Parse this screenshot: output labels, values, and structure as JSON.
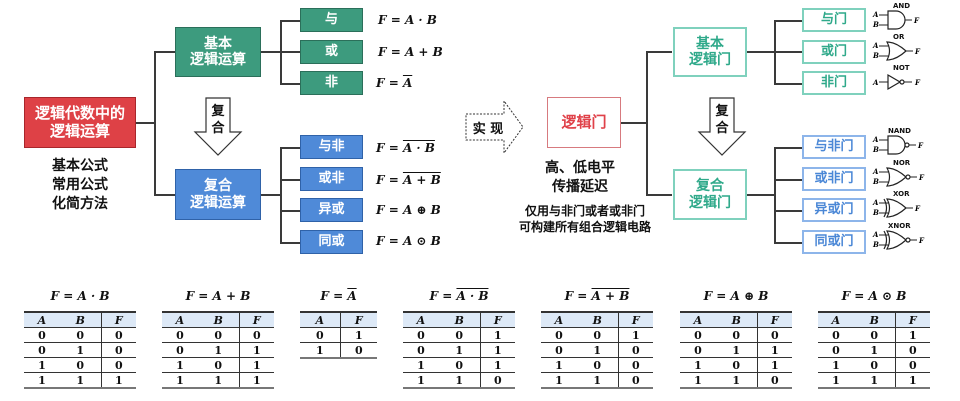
{
  "left_diagram": {
    "root": {
      "label_line1": "逻辑代数中的",
      "label_line2": "逻辑运算"
    },
    "root_notes": [
      "基本公式",
      "常用公式",
      "化简方法"
    ],
    "basic": {
      "label_line1": "基本",
      "label_line2": "逻辑运算",
      "items": [
        {
          "label": "与",
          "formula_prefix": "F = ",
          "formula": "A · B",
          "overline": false
        },
        {
          "label": "或",
          "formula_prefix": "F = ",
          "formula": "A + B",
          "overline": false
        },
        {
          "label": "非",
          "formula_prefix": "F = ",
          "formula": "A",
          "overline": true
        }
      ]
    },
    "compound_arrow": {
      "line1": "复",
      "line2": "合"
    },
    "compound": {
      "label_line1": "复合",
      "label_line2": "逻辑运算",
      "items": [
        {
          "label": "与非",
          "formula_prefix": "F = ",
          "formula": "A · B",
          "overline": true
        },
        {
          "label": "或非",
          "formula_prefix": "F = ",
          "formula": "A + B",
          "overline": true
        },
        {
          "label": "异或",
          "formula_prefix": "F = ",
          "formula": "A ⊕ B",
          "overline": false
        },
        {
          "label": "同或",
          "formula_prefix": "F = ",
          "formula": "A ⊙ B",
          "overline": false
        }
      ]
    }
  },
  "implement_arrow": {
    "label": "实 现"
  },
  "right_diagram": {
    "root": {
      "label": "逻辑门"
    },
    "root_notes": [
      "高、低电平",
      "传播延迟"
    ],
    "root_notes_small": [
      "仅用与非门或者或非门",
      "可构建所有组合逻辑电路"
    ],
    "basic": {
      "label_line1": "基本",
      "label_line2": "逻辑门",
      "items": [
        {
          "label": "与门",
          "gate": "AND"
        },
        {
          "label": "或门",
          "gate": "OR"
        },
        {
          "label": "非门",
          "gate": "NOT"
        }
      ]
    },
    "compound_arrow": {
      "line1": "复",
      "line2": "合"
    },
    "compound": {
      "label_line1": "复合",
      "label_line2": "逻辑门",
      "items": [
        {
          "label": "与非门",
          "gate": "NAND"
        },
        {
          "label": "或非门",
          "gate": "NOR"
        },
        {
          "label": "异或门",
          "gate": "XOR"
        },
        {
          "label": "同或门",
          "gate": "XNOR"
        }
      ]
    },
    "gate_pins": {
      "a": "A",
      "b": "B",
      "f": "F"
    }
  },
  "truth_tables": [
    {
      "title_prefix": "F = ",
      "title": "A · B",
      "overline": false,
      "headers": [
        "A",
        "B",
        "F"
      ],
      "rows": [
        [
          "0",
          "0",
          "0"
        ],
        [
          "0",
          "1",
          "0"
        ],
        [
          "1",
          "0",
          "0"
        ],
        [
          "1",
          "1",
          "1"
        ]
      ]
    },
    {
      "title_prefix": "F = ",
      "title": "A + B",
      "overline": false,
      "headers": [
        "A",
        "B",
        "F"
      ],
      "rows": [
        [
          "0",
          "0",
          "0"
        ],
        [
          "0",
          "1",
          "1"
        ],
        [
          "1",
          "0",
          "1"
        ],
        [
          "1",
          "1",
          "1"
        ]
      ]
    },
    {
      "title_prefix": "F = ",
      "title": "A",
      "overline": true,
      "headers": [
        "A",
        "F"
      ],
      "rows": [
        [
          "0",
          "1"
        ],
        [
          "1",
          "0"
        ]
      ]
    },
    {
      "title_prefix": "F = ",
      "title": "A · B",
      "overline": true,
      "headers": [
        "A",
        "B",
        "F"
      ],
      "rows": [
        [
          "0",
          "0",
          "1"
        ],
        [
          "0",
          "1",
          "1"
        ],
        [
          "1",
          "0",
          "1"
        ],
        [
          "1",
          "1",
          "0"
        ]
      ]
    },
    {
      "title_prefix": "F = ",
      "title": "A + B",
      "overline": true,
      "headers": [
        "A",
        "B",
        "F"
      ],
      "rows": [
        [
          "0",
          "0",
          "1"
        ],
        [
          "0",
          "1",
          "0"
        ],
        [
          "1",
          "0",
          "0"
        ],
        [
          "1",
          "1",
          "0"
        ]
      ]
    },
    {
      "title_prefix": "F = ",
      "title": "A ⊕ B",
      "overline": false,
      "headers": [
        "A",
        "B",
        "F"
      ],
      "rows": [
        [
          "0",
          "0",
          "0"
        ],
        [
          "0",
          "1",
          "1"
        ],
        [
          "1",
          "0",
          "1"
        ],
        [
          "1",
          "1",
          "0"
        ]
      ]
    },
    {
      "title_prefix": "F = ",
      "title": "A ⊙ B",
      "overline": false,
      "headers": [
        "A",
        "B",
        "F"
      ],
      "rows": [
        [
          "0",
          "0",
          "1"
        ],
        [
          "0",
          "1",
          "0"
        ],
        [
          "1",
          "0",
          "0"
        ],
        [
          "1",
          "1",
          "1"
        ]
      ]
    }
  ],
  "colors": {
    "red": "#de4146",
    "green": "#3d9b7e",
    "blue": "#4f8ad8",
    "teal_outline": "#7fd1bd",
    "blue_outline": "#8db5ea",
    "table_header": "#dde9f7"
  }
}
